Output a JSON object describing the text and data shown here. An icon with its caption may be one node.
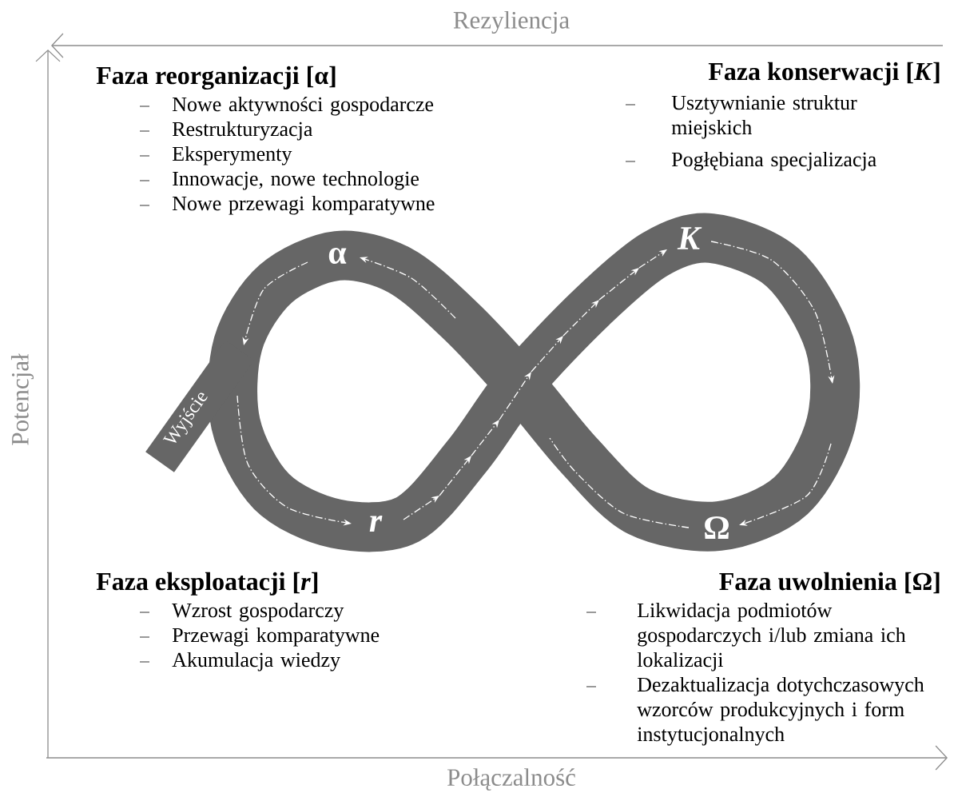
{
  "diagram": {
    "labels": [
      "Rezyliencja",
      "Faza reorganizacji [α]",
      "Nowe aktywności gospodarcze",
      "Restrukturyzacja",
      "Eksperymenty",
      "Innowacje, nowe technologie",
      "Nowe przewagi komparatywne",
      "Faza konserwacji [*K*]",
      "Usztywnianie struktur miejskich",
      "Pogłębiana specjalizacja",
      "Potencjał",
      "α",
      "K",
      "Wyjście",
      "r",
      "Ω",
      "Faza eksploatacji [*r*]",
      "Wzrost gospodarczy",
      "Przewagi komparatywne",
      "Akumulacja wiedzy",
      "Faza uwolnienia [Ω]",
      "Likwidacja podmiotów gospodarczych i/lub zmiana ich lokalizacji",
      "Dezaktualizacja dotychczasowych wzorców produkcyjnych i form instytucjonalnych",
      "Połączalność"
    ]
  }
}
